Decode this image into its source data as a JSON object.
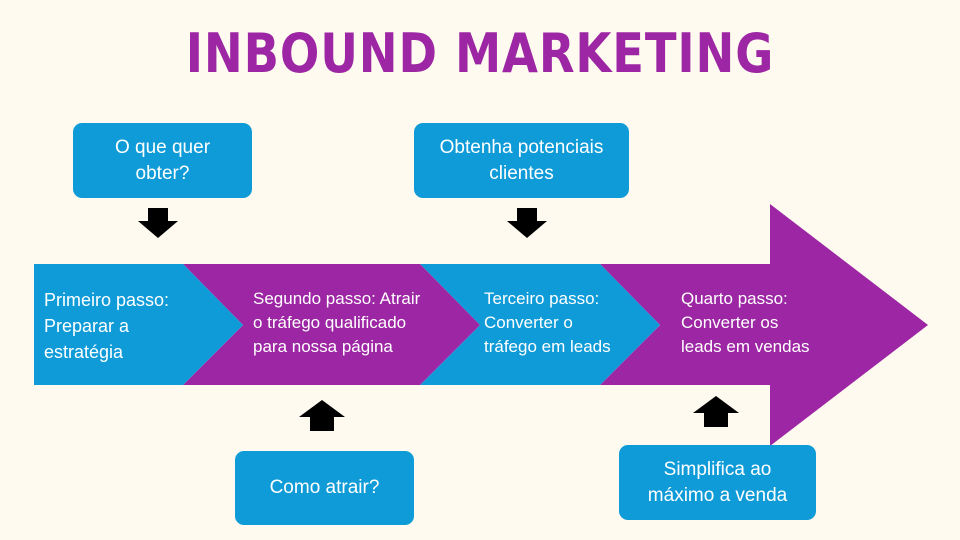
{
  "title": "INBOUND MARKETING",
  "colors": {
    "background": "#fffaf0",
    "purple": "#9c26a3",
    "blue": "#0f9bd7",
    "arrow_icon": "#000000"
  },
  "steps": [
    {
      "label": "Primeiro passo:\nPreparar a\nestratégia",
      "color": "#0f9bd7"
    },
    {
      "label": "Segundo passo: Atrair\no tráfego qualificado\npara nossa página",
      "color": "#9c26a3"
    },
    {
      "label": "Terceiro passo:\nConverter o\ntráfego em leads",
      "color": "#0f9bd7"
    },
    {
      "label": "Quarto passo:\nConverter os\nleads em vendas",
      "color": "#9c26a3"
    }
  ],
  "callouts": {
    "top_left": "O que quer\nobter?",
    "top_right": "Obtenha potenciais\nclientes",
    "bottom_left": "Como atrair?",
    "bottom_right": "Simplifica ao\nmáximo a venda"
  },
  "icons": {
    "top_left_arrow": "arrow-down-icon",
    "top_right_arrow": "arrow-down-icon",
    "bottom_left_arrow": "arrow-up-icon",
    "bottom_right_arrow": "arrow-up-icon"
  }
}
